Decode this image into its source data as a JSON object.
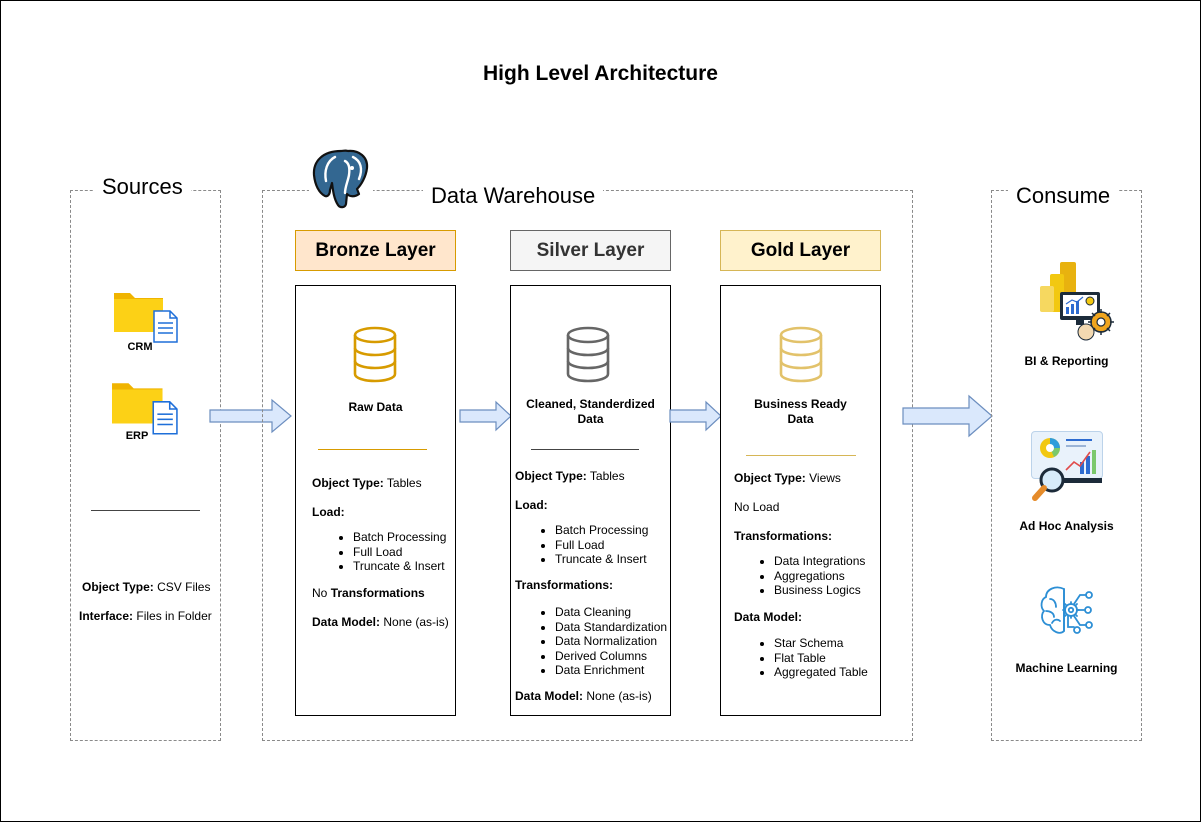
{
  "title": "High Level Architecture",
  "sources": {
    "label": "Sources",
    "items": [
      {
        "label": "CRM",
        "icon": "folder-file-icon"
      },
      {
        "label": "ERP",
        "icon": "folder-file-icon"
      }
    ],
    "object_type_label": "Object Type:",
    "object_type_value": "CSV Files",
    "interface_label": "Interface:",
    "interface_value": "Files in Folder"
  },
  "warehouse": {
    "label": "Data Warehouse",
    "logo": "postgresql-elephant-icon",
    "bronze": {
      "heading": "Bronze Layer",
      "caption": "Raw Data",
      "object_type_label": "Object Type:",
      "object_type_value": "Tables",
      "load_label": "Load:",
      "load_items": [
        "Batch Processing",
        "Full Load",
        "Truncate & Insert"
      ],
      "no_label": "No",
      "transformations_label": "Transformations",
      "model_label": "Data Model:",
      "model_value": "None (as-is)",
      "color": "#d79b00"
    },
    "silver": {
      "heading": "Silver Layer",
      "caption_line1": "Cleaned, Standerdized",
      "caption_line2": "Data",
      "object_type_label": "Object Type:",
      "object_type_value": "Tables",
      "load_label": "Load:",
      "load_items": [
        "Batch Processing",
        "Full Load",
        "Truncate & Insert"
      ],
      "transformations_label": "Transformations:",
      "transformation_items": [
        "Data Cleaning",
        "Data Standardization",
        "Data Normalization",
        "Derived Columns",
        "Data Enrichment"
      ],
      "model_label": "Data Model:",
      "model_value": "None (as-is)",
      "color": "#666666"
    },
    "gold": {
      "heading": "Gold Layer",
      "caption_line1": "Business Ready",
      "caption_line2": "Data",
      "object_type_label": "Object Type:",
      "object_type_value": "Views",
      "no_load": "No Load",
      "transformations_label": "Transformations:",
      "transformation_items": [
        "Data Integrations",
        "Aggregations",
        "Business Logics"
      ],
      "model_label": "Data Model:",
      "model_items": [
        "Star Schema",
        "Flat Table",
        "Aggregated Table"
      ],
      "color": "#d6b656"
    }
  },
  "consume": {
    "label": "Consume",
    "items": [
      {
        "label": "BI & Reporting",
        "icon": "bi-reporting-icon"
      },
      {
        "label": "Ad Hoc Analysis",
        "icon": "ad-hoc-analysis-icon"
      },
      {
        "label": "Machine Learning",
        "icon": "machine-learning-icon"
      }
    ]
  },
  "colors": {
    "bronze_fill": "#ffe6cc",
    "bronze_stroke": "#d79b00",
    "silver_fill": "#f5f5f5",
    "silver_stroke": "#666666",
    "gold_fill": "#fff2cc",
    "gold_stroke": "#d6b656",
    "arrow_fill": "#dae8fc",
    "arrow_stroke": "#6c8ebf"
  }
}
